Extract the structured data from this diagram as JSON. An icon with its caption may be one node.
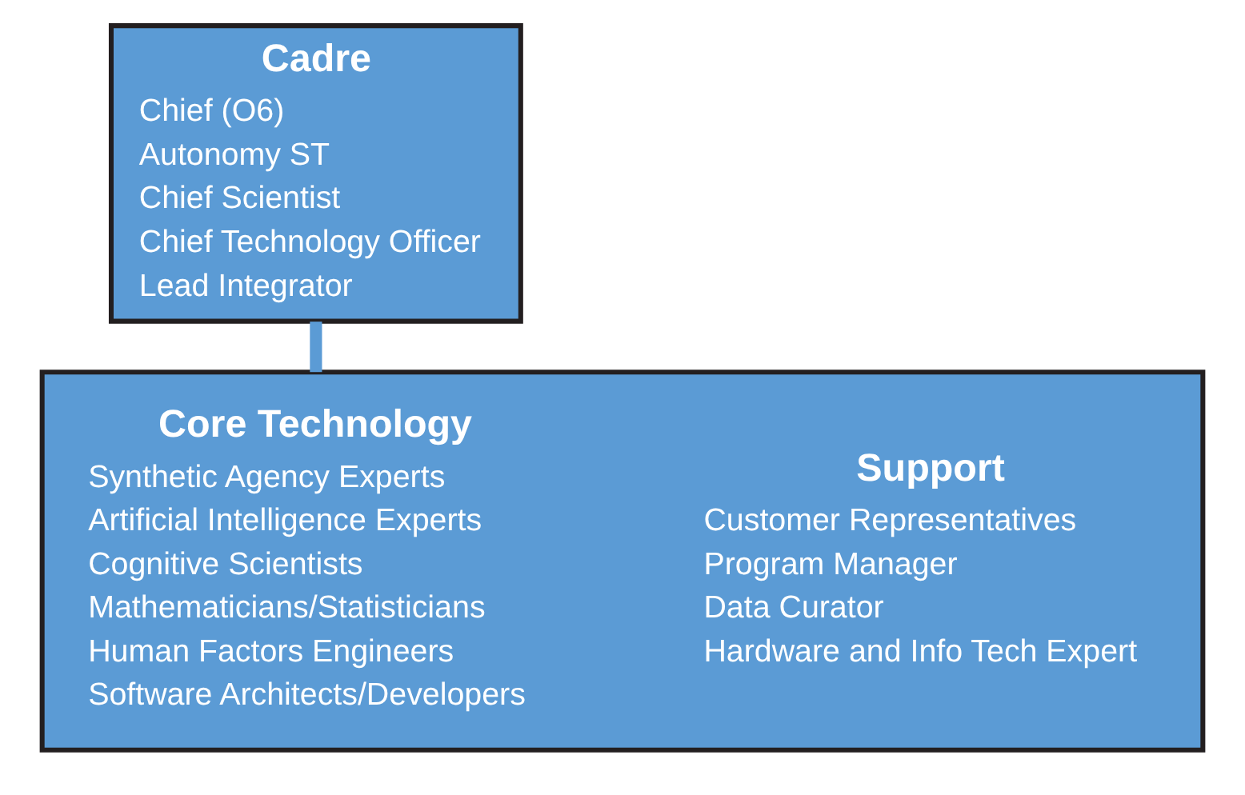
{
  "diagram": {
    "nodes": [
      {
        "text": [
          "Cadre",
          "Chief (O6)",
          "Autonomy ST",
          "Chief Scientist",
          "Chief Technology Officer",
          "Lead Integrator"
        ]
      },
      {
        "text": [],
        "shape": "box"
      },
      {
        "text": [
          "Core Technology",
          "Synthetic Agency Experts",
          "Artificial Intelligence Experts",
          "Cognitive Scientists",
          "Mathematicians/Statisticians",
          "Human Factors Engineers",
          "Software Architects/Developers"
        ],
        "in": 1
      },
      {
        "text": [
          "Support",
          "Customer Representatives",
          "Program Manager",
          "Data Curator",
          "Hardware and Info Tech Expert"
        ],
        "in": 1
      }
    ],
    "edges": [
      {
        "from": 0,
        "to": 1,
        "arrow": "none",
        "color": "#5b9bd5"
      }
    ]
  }
}
